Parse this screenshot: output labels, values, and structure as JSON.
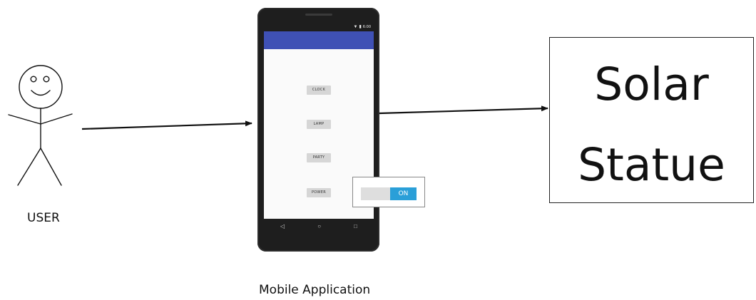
{
  "user": {
    "label": "USER"
  },
  "mobile_app": {
    "caption": "Mobile Application",
    "status_time": "6:00",
    "buttons": [
      "CLOCK",
      "LAMP",
      "PARTY",
      "POWER"
    ],
    "toggle_label": "ON",
    "nav_icons": [
      "back-icon",
      "home-icon",
      "recents-icon"
    ]
  },
  "solar_statue": {
    "line1": "Solar",
    "line2": "Statue"
  },
  "colors": {
    "app_bar": "#3f51b5",
    "toggle_on": "#2a9fd8",
    "phone_body": "#1e1e1e",
    "stroke": "#111111"
  }
}
